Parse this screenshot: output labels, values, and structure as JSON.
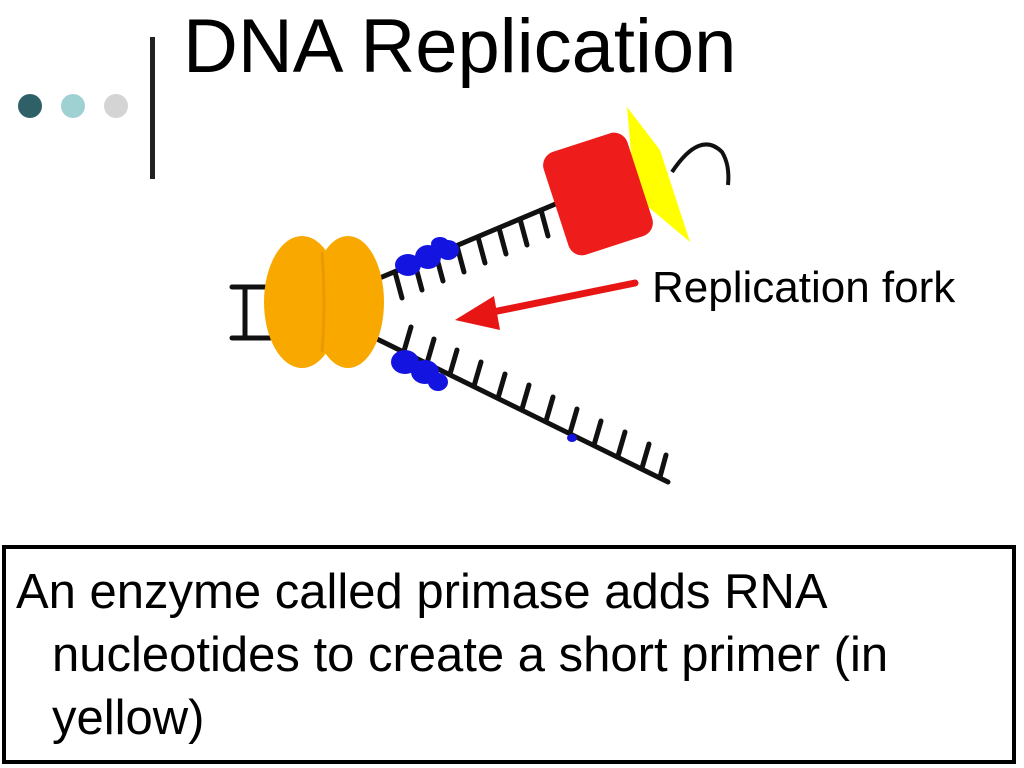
{
  "slide": {
    "title": "DNA Replication"
  },
  "diagram": {
    "fork_label": "Replication fork"
  },
  "caption": {
    "text": "An enzyme called primase adds RNA nucleotides to create a short primer (in yellow)"
  },
  "colors": {
    "background": "#ffffff",
    "dot_dark": "#2f6068",
    "dot_mid": "#9fd0d2",
    "dot_light": "#d4d4d4",
    "helicase": "#f9a800",
    "binding_protein": "#1414e0",
    "primase": "#ef1c1c",
    "primer": "#ffff00",
    "arrow": "#e81515",
    "strand": "#111111"
  }
}
